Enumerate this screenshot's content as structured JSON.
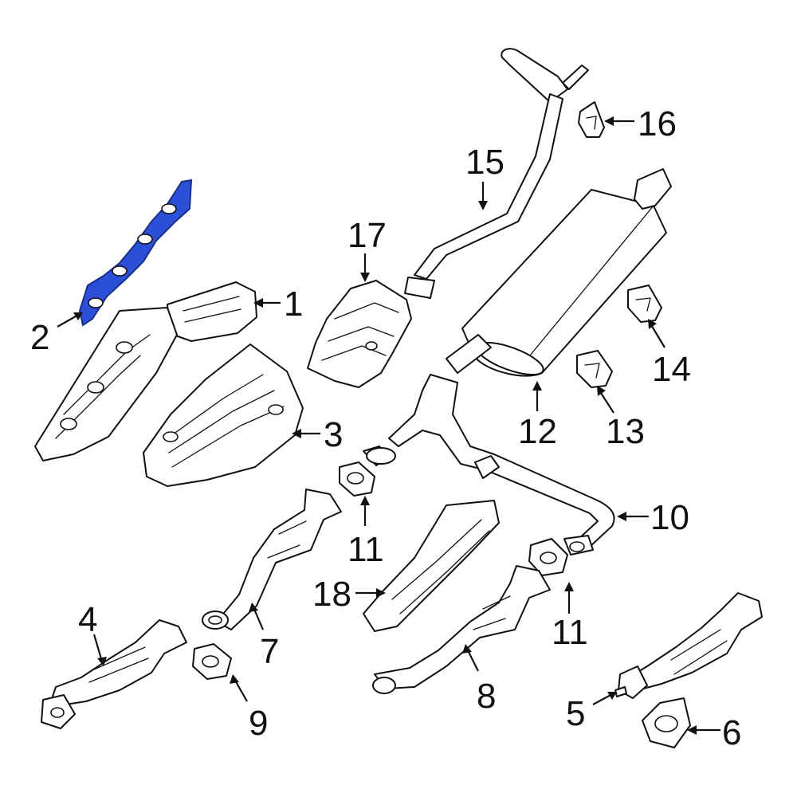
{
  "colors": {
    "highlight_fill": "#2b4fd6",
    "highlight_stroke": "#1a2f8a",
    "line": "#111111",
    "background": "#ffffff"
  },
  "callouts": [
    {
      "part": "exhaust-manifold",
      "number": "1"
    },
    {
      "part": "manifold-gasket",
      "number": "2",
      "highlighted": true
    },
    {
      "part": "manifold-heat-shield",
      "number": "3"
    },
    {
      "part": "front-catalytic-converter-left",
      "number": "4"
    },
    {
      "part": "converter-stud",
      "number": "5"
    },
    {
      "part": "converter-gasket-right",
      "number": "6"
    },
    {
      "part": "front-pipe-left",
      "number": "7"
    },
    {
      "part": "front-pipe-right",
      "number": "8"
    },
    {
      "part": "flange-gasket-lower",
      "number": "9"
    },
    {
      "part": "intermediate-pipe",
      "number": "10"
    },
    {
      "part": "flange-gasket-left",
      "number": "11"
    },
    {
      "part": "flange-gasket-right",
      "number": "11"
    },
    {
      "part": "muffler",
      "number": "12"
    },
    {
      "part": "hanger-insulator-lower",
      "number": "13"
    },
    {
      "part": "hanger-insulator-upper",
      "number": "14"
    },
    {
      "part": "tail-pipe",
      "number": "15"
    },
    {
      "part": "tail-pipe-hanger",
      "number": "16"
    },
    {
      "part": "heat-shield-upper",
      "number": "17"
    },
    {
      "part": "heat-shield-lower",
      "number": "18"
    }
  ]
}
